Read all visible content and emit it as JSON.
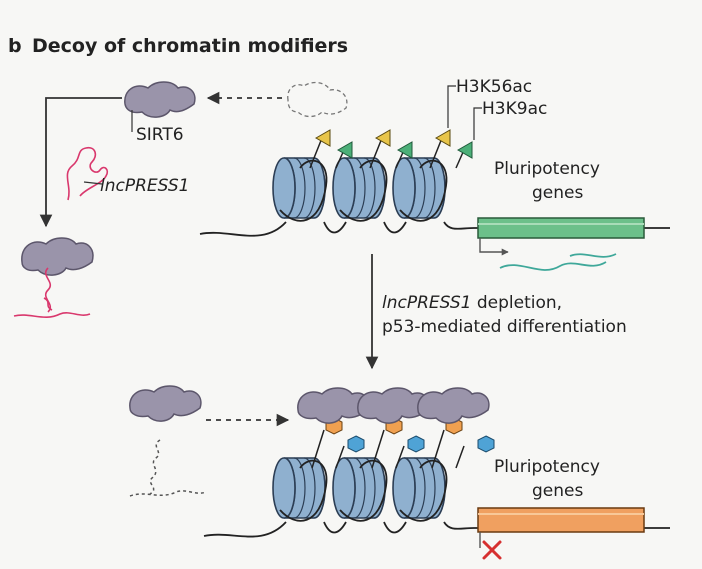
{
  "panel": {
    "letter": "b",
    "title": "Decoy of chromatin modifiers"
  },
  "labels": {
    "sirt6": "SIRT6",
    "lncpress1": "lncPRESS1",
    "h3k56ac": "H3K56ac",
    "h3k9ac": "H3K9ac",
    "genes_top_line1": "Pluripotency",
    "genes_top_line2": "genes",
    "transition_line1_italic": "lncPRESS1",
    "transition_line1_rest": " depletion,",
    "transition_line2": "p53-mediated differentiation",
    "genes_bottom_line1": "Pluripotency",
    "genes_bottom_line2": "genes"
  },
  "colors": {
    "protein": "#9a94aa",
    "protein_dark": "#5c566b",
    "rna": "#d9386d",
    "nucleosome": "#8fb0cf",
    "nucleosome_dark": "#2c3e55",
    "acetyl_yellow": "#e8c54a",
    "acetyl_green": "#4caf78",
    "gene_active": "#6cc08a",
    "gene_repressed": "#f0a060",
    "hex_orange": "#f0a050",
    "hex_blue": "#4fa3d6",
    "transcript": "#3fa89a",
    "block_x": "#d63030"
  }
}
